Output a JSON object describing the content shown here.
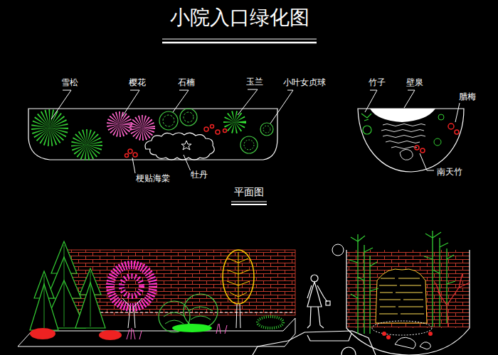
{
  "diagram": {
    "title": "小院入口绿化图",
    "labels": [
      "雪松",
      "樱花",
      "石楠",
      "玉兰",
      "小叶女贞球",
      "竹子",
      "壁泉",
      "腊梅",
      "梗贴海棠",
      "牡丹",
      "南天竹",
      "平面图"
    ]
  }
}
